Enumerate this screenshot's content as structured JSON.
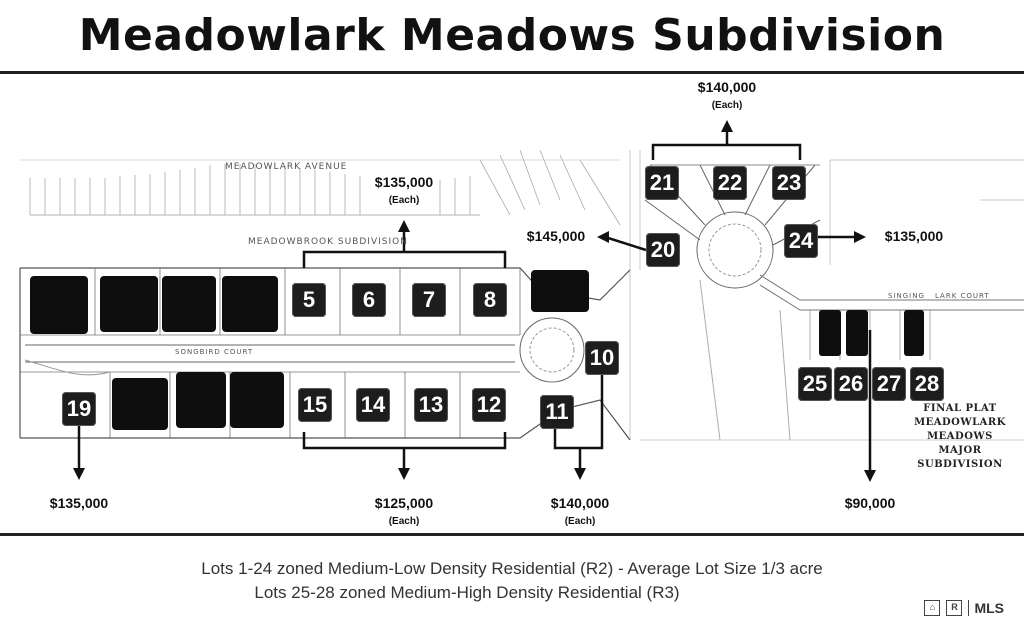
{
  "title": "Meadowlark Meadows Subdivision",
  "street_labels": {
    "meadowlark_avenue": "MEADOWLARK AVENUE",
    "meadowbrook_subdivision": "MEADOWBROOK SUBDIVISION",
    "songbird_court": "SONGBIRD COURT",
    "lark_court": "LARK COURT",
    "singing": "SINGING"
  },
  "final_plat": [
    "FINAL PLAT",
    "MEADOWLARK MEADOWS",
    "MAJOR SUBDIVISION"
  ],
  "lots": [
    "5",
    "6",
    "7",
    "8",
    "10",
    "11",
    "12",
    "13",
    "14",
    "15",
    "19",
    "20",
    "21",
    "22",
    "23",
    "24",
    "25",
    "26",
    "27",
    "28"
  ],
  "prices": {
    "top_north": {
      "price": "$140,000",
      "each": "(Each)"
    },
    "top_mid": {
      "price": "$135,000",
      "each": "(Each)"
    },
    "left_cul": {
      "price": "$145,000"
    },
    "right_24": {
      "price": "$135,000"
    },
    "lot19": {
      "price": "$135,000"
    },
    "bottom_mid": {
      "price": "$125,000",
      "each": "(Each)"
    },
    "bottom_1011": {
      "price": "$140,000",
      "each": "(Each)"
    },
    "bottom_right": {
      "price": "$90,000"
    }
  },
  "zoning": [
    "Lots 1-24 zoned Medium-Low Density Residential (R2) - Average Lot Size 1/3 acre",
    "Lots 25-28 zoned Medium-High Density Residential (R3)"
  ],
  "footer": {
    "logo_house": "⌂",
    "logo_r": "R",
    "mls": "MLS"
  }
}
